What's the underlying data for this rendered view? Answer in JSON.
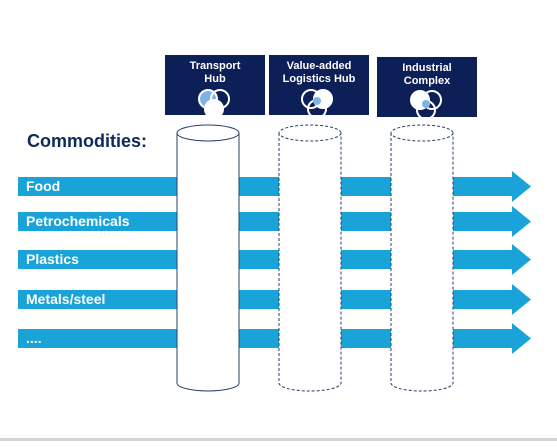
{
  "heading": "Commodities:",
  "commodities": [
    "Food",
    "Petrochemicals",
    "Plastics",
    "Metals/steel",
    "...."
  ],
  "stages": [
    {
      "label_line1": "Transport",
      "label_line2": "Hub",
      "icon": "venn-circles-icon",
      "border": "solid"
    },
    {
      "label_line1": "Value-added",
      "label_line2": "Logistics Hub",
      "icon": "venn-circles-icon",
      "border": "dashed"
    },
    {
      "label_line1": "Industrial",
      "label_line2": "Complex",
      "icon": "venn-circles-icon",
      "border": "dashed"
    }
  ],
  "colors": {
    "arrow": "#1aa3d9",
    "box": "#0c1f56",
    "heading": "#0d2a5c",
    "venn_highlight": "#7fb3e6"
  }
}
